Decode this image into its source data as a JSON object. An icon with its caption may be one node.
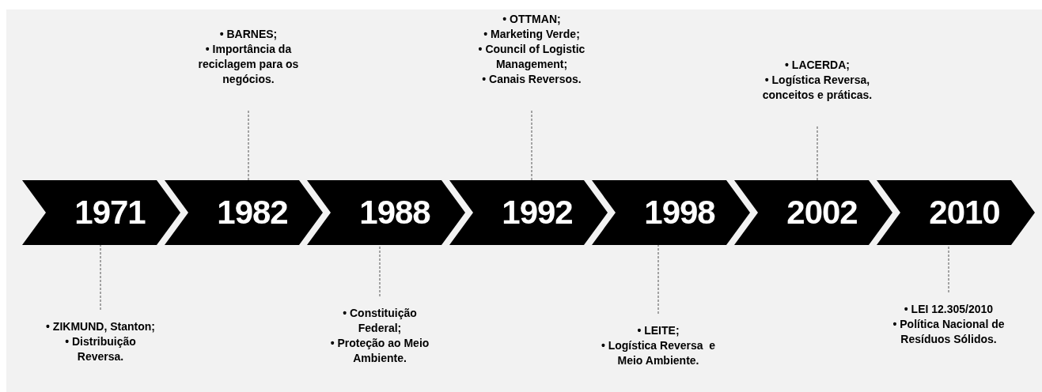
{
  "diagram": {
    "nodes": [
      {
        "text": [
          "1971"
        ]
      },
      {
        "text": [
          "1982"
        ]
      },
      {
        "text": [
          "1988"
        ]
      },
      {
        "text": [
          "1992"
        ]
      },
      {
        "text": [
          "1998"
        ]
      },
      {
        "text": [
          "2002"
        ]
      },
      {
        "text": [
          "2010"
        ]
      },
      {
        "text": [
          "• ZIKMUND, Stanton;",
          "• Distribuição Reversa."
        ]
      },
      {
        "text": [
          "• BARNES;",
          "• Importância da reciclagem para os negócios."
        ]
      },
      {
        "text": [
          "• Constituição Federal;",
          "• Proteção ao Meio Ambiente."
        ]
      },
      {
        "text": [
          "• OTTMAN;",
          "• Marketing Verde;",
          "• Council of Logistic Management;",
          "• Canais Reversos."
        ]
      },
      {
        "text": [
          "• LEITE;",
          "• Logística Reversa  e Meio Ambiente."
        ]
      },
      {
        "text": [
          "• LACERDA;",
          "• Logística Reversa, conceitos e práticas."
        ]
      },
      {
        "text": [
          "• LEI 12.305/2010",
          "• Política Nacional de Resíduos Sólidos."
        ]
      }
    ],
    "edges": [
      {
        "from": 7,
        "to": 0,
        "arrow": "none",
        "style": "dashed"
      },
      {
        "from": 8,
        "to": 1,
        "arrow": "none",
        "style": "dashed"
      },
      {
        "from": 9,
        "to": 2,
        "arrow": "none",
        "style": "dashed"
      },
      {
        "from": 10,
        "to": 3,
        "arrow": "none",
        "style": "dashed"
      },
      {
        "from": 11,
        "to": 4,
        "arrow": "none",
        "style": "dashed"
      },
      {
        "from": 12,
        "to": 5,
        "arrow": "none",
        "style": "dashed"
      },
      {
        "from": 13,
        "to": 6,
        "arrow": "none",
        "style": "dashed"
      }
    ]
  }
}
